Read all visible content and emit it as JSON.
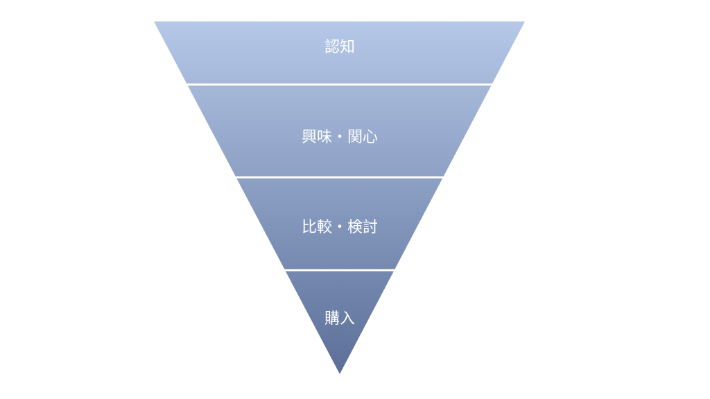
{
  "funnel": {
    "stages": [
      {
        "label": "認知"
      },
      {
        "label": "興味・関心"
      },
      {
        "label": "比較・検討"
      },
      {
        "label": "購入"
      }
    ],
    "colors": {
      "top": "#b5c8e8",
      "bottom": "#5b6f98",
      "separator": "#ffffff",
      "text": "#ffffff"
    }
  }
}
